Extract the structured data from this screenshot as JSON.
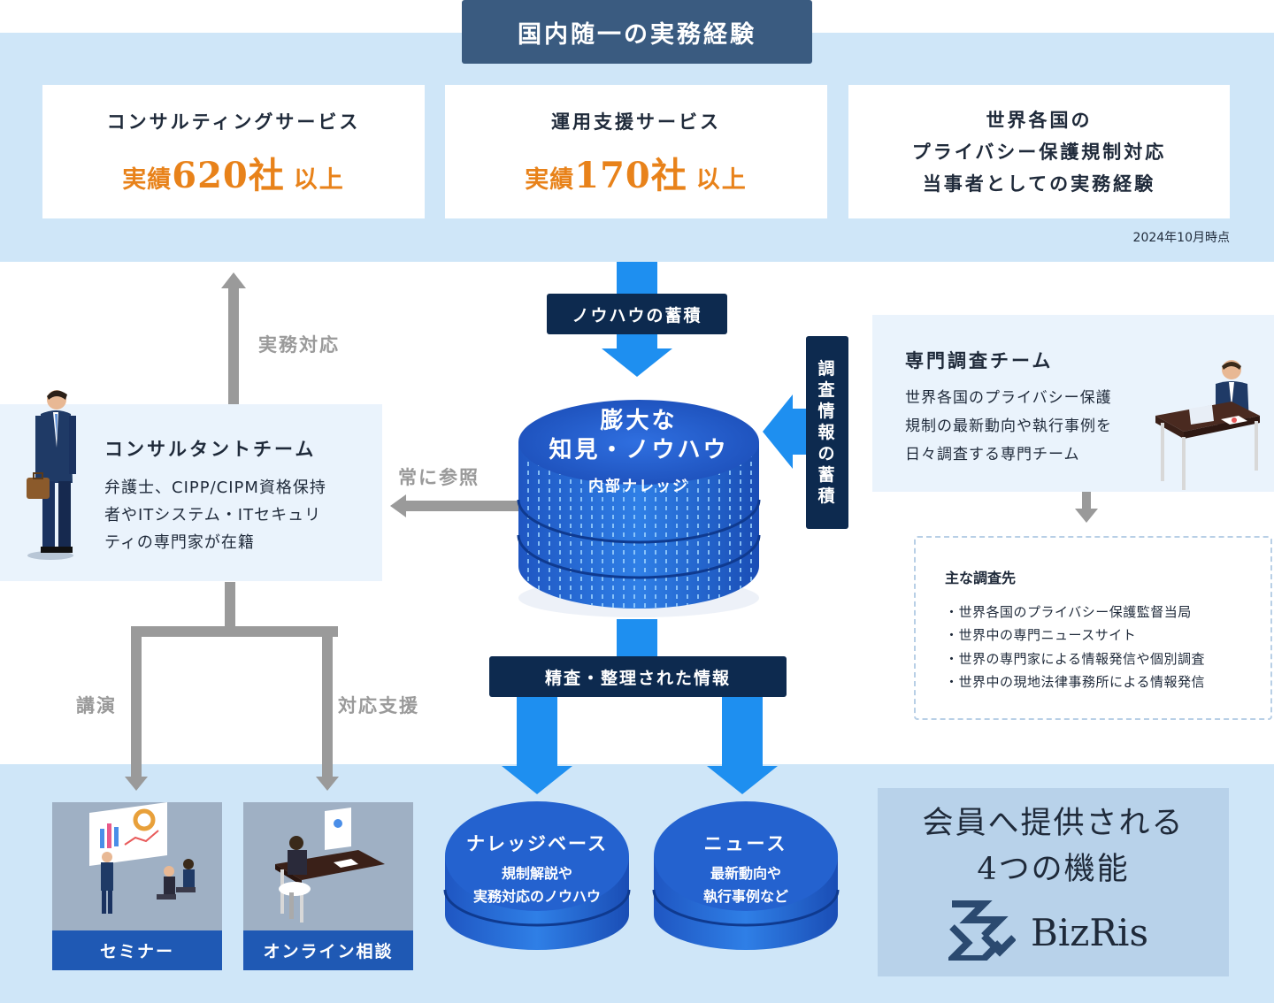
{
  "top_title": "国内随一の実務経験",
  "cards": [
    {
      "title": "コンサルティングサービス",
      "stat_prefix": "実績",
      "stat_number": "620社",
      "stat_suffix": "以上"
    },
    {
      "title": "運用支援サービス",
      "stat_prefix": "実績",
      "stat_number": "170社",
      "stat_suffix": "以上"
    },
    {
      "lines": [
        "世界各国の",
        "プライバシー保護規制対応",
        "当事者としての実務経験"
      ]
    }
  ],
  "date_note": "2024年10月時点",
  "arrows": {
    "practical": "実務対応",
    "always_refer": "常に参照",
    "lecture": "講演",
    "support": "対応支援"
  },
  "knowhow_accumulation": "ノウハウの蓄積",
  "research_accumulation": [
    "調",
    "査",
    "情",
    "報",
    "の",
    "蓄",
    "積"
  ],
  "core_db": {
    "line1": "膨大な",
    "line2": "知見・ノウハウ",
    "sub": "内部ナレッジ"
  },
  "refined_info": "精査・整理された情報",
  "consultant": {
    "title": "コンサルタントチーム",
    "desc": [
      "弁護士、CIPP/CIPM資格保持",
      "者やITシステム・ITセキュリ",
      "ティの専門家が在籍"
    ]
  },
  "research": {
    "title": "専門調査チーム",
    "desc": [
      "世界各国のプライバシー保護",
      "規制の最新動向や執行事例を",
      "日々調査する専門チーム"
    ]
  },
  "sources": {
    "title": "主な調査先",
    "items": [
      "・世界各国のプライバシー保護監督当局",
      "・世界中の専門ニュースサイト",
      "・世界の専門家による情報発信や個別調査",
      "・世界中の現地法律事務所による情報発信"
    ]
  },
  "tiles": {
    "seminar": "セミナー",
    "online": "オンライン相談"
  },
  "knowledge_base": {
    "title": "ナレッジベース",
    "lines": [
      "規制解説や",
      "実務対応のノウハウ"
    ]
  },
  "news": {
    "title": "ニュース",
    "lines": [
      "最新動向や",
      "執行事例など"
    ]
  },
  "features": {
    "title_lines": [
      "会員へ提供される",
      "4つの機能"
    ],
    "brand": "BizRis"
  },
  "colors": {
    "navy": "#0d2a4f",
    "blue_arrow": "#1e8ff0",
    "band": "#cfe6f8",
    "orange": "#e8821a",
    "tile_blue": "#1f59b4"
  }
}
